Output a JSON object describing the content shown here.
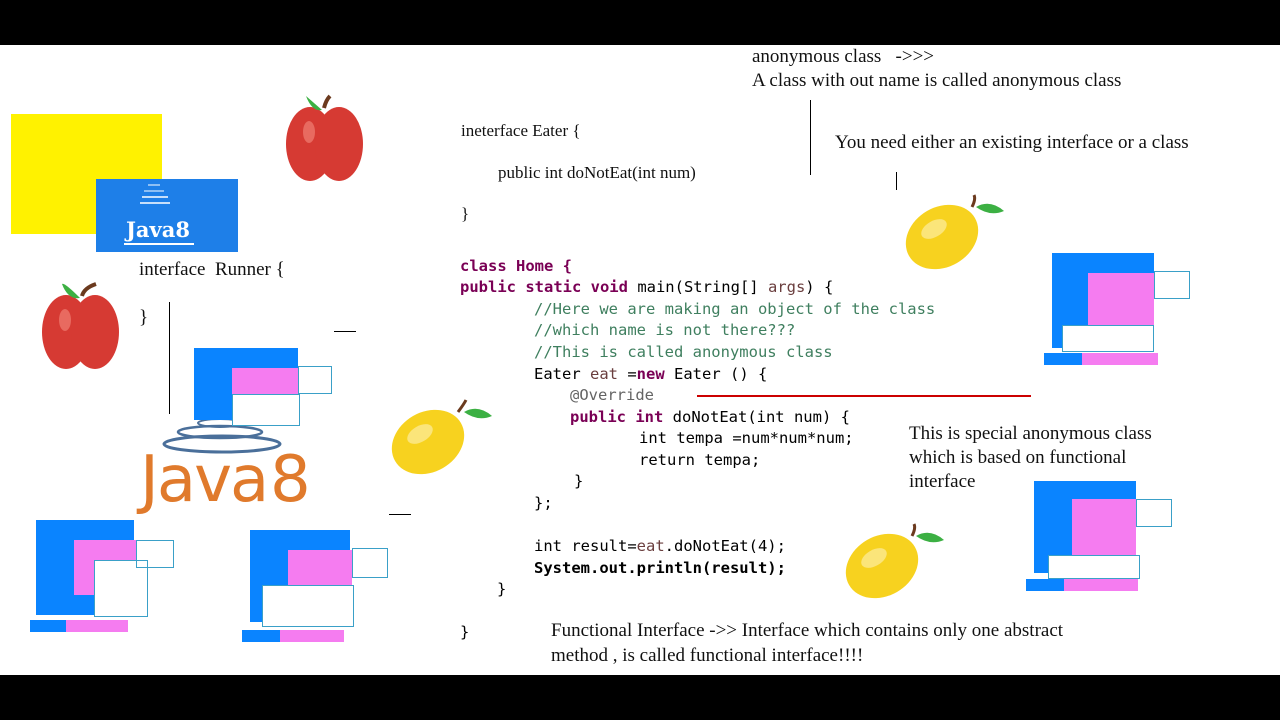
{
  "left_panel": {
    "java8_badge_text": "Java8",
    "java8_logo_text": "Java",
    "java8_logo_number": "8",
    "runner_interface": [
      "interface  Runner {",
      "}"
    ]
  },
  "eater_interface": [
    "ineterface Eater {",
    "public int doNotEat(int num)",
    "}"
  ],
  "home_class": {
    "class_decl": "class Home {",
    "main_kw": "public static void",
    "main_rest": " main(String[] ",
    "main_args": "args",
    "main_end": ") {",
    "comments": [
      "//Here we are making an object of the class",
      "//which name is not there???",
      "//This is called anonymous class"
    ],
    "eater_line_start": "Eater ",
    "eater_var": "eat",
    "eater_assign": " =",
    "eater_new": "new",
    "eater_line_end": " Eater () {",
    "override": "@Override",
    "method_kw": "public int",
    "method_rest": " doNotEat(int num) {",
    "body1": "int tempa =num*num*num;",
    "body2": "return tempa;",
    "inner_close": "}",
    "anon_close": "};",
    "result_line_start": "int result=",
    "result_var": "eat",
    "result_line_end": ".doNotEat(4);",
    "print_line": "System.out.println(result);",
    "main_close": "}",
    "class_close": "}"
  },
  "notes": {
    "anon_title": "anonymous class   ->>>",
    "anon_def": "A class with out name is called anonymous class",
    "need": "You need either an existing interface or a class",
    "special": [
      "This is special anonymous class",
      "which is based on functional",
      "interface"
    ],
    "functional": [
      "Functional Interface ->> Interface which contains only one abstract",
      "method , is called functional interface!!!!"
    ]
  },
  "colors": {
    "yellow_square": "#fff200",
    "badge_blue": "#1e7fe8",
    "java_orange": "#e07a2c",
    "java_blue": "#4a6f9a",
    "apple_red": "#d63a33",
    "mango_yellow": "#f7d21f",
    "leaf_green": "#3cb043",
    "underline_red": "#cc0000",
    "icon_blue": "#0a84ff",
    "icon_pink": "#f57cf0",
    "icon_line": "#3aa0c8"
  }
}
